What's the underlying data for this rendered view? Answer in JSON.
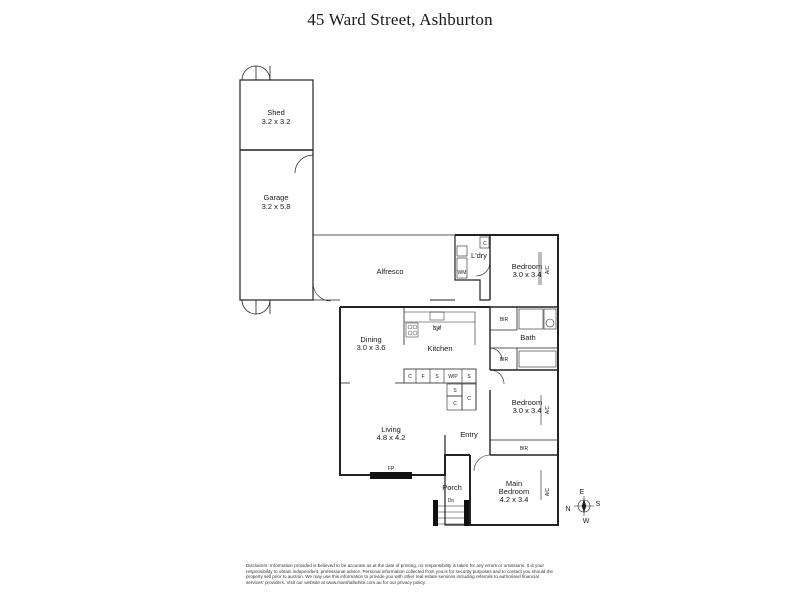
{
  "title": "45 Ward Street, Ashburton",
  "rooms": {
    "shed": {
      "name": "Shed",
      "dim": "3.2 x 3.2"
    },
    "garage": {
      "name": "Garage",
      "dim": "3.2 x 5.8"
    },
    "alfresco": {
      "name": "Alfresco"
    },
    "laundry": {
      "name": "L'dry"
    },
    "bed1": {
      "name": "Bedroom",
      "dim": "3.0 x 3.4"
    },
    "dining": {
      "name": "Dining",
      "dim": "3.0 x 3.6"
    },
    "kitchen": {
      "name": "Kitchen"
    },
    "bath": {
      "name": "Bath"
    },
    "bed2": {
      "name": "Bedroom",
      "dim": "3.0 x 3.4"
    },
    "living": {
      "name": "Living",
      "dim": "4.8 x 4.2"
    },
    "entry": {
      "name": "Entry"
    },
    "main_bed": {
      "name": "Main",
      "name2": "Bedroom",
      "dim": "4.2 x 3.4"
    },
    "porch": {
      "name": "Porch"
    }
  },
  "labels": {
    "wm": "WM",
    "c": "C",
    "dw": "DW",
    "f": "F",
    "s": "S",
    "wip": "WIP",
    "bir": "BIR",
    "ac": "A/C",
    "fp": "FP",
    "dn": "Dn"
  },
  "compass": {
    "n": "N",
    "e": "E",
    "s": "S",
    "w": "W"
  },
  "disclaimer": "Disclaimer: Information provided is believed to be accurate as at the date of printing, no responsibility is taken for any errors or omissions. It is your responsibility to obtain independent, professional advice. Personal information collected from you is for security purposes and to contact you should the property sell prior to auction. We may use this information to provide you with other real estate services including referrals to authorised financial services' providers. Visit our website at www.marshallwhite.com.au for our privacy policy."
}
